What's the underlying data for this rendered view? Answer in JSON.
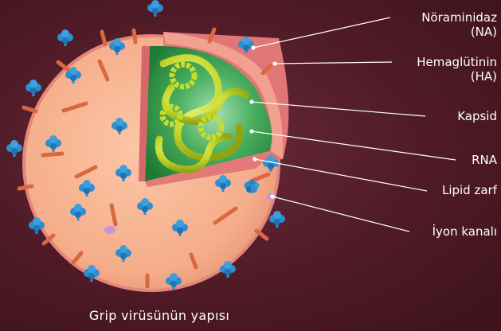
{
  "labels": {
    "na_line1": "Nöraminidaz",
    "na_line2": "(NA)",
    "ha_line1": "Hemaglütinin",
    "ha_line2": "(HA)",
    "capsid": "Kapsid",
    "rna": "RNA",
    "lipid": "Lipid zarf",
    "ion": "İyon kanalı"
  },
  "caption": "Grip virüsünün yapısı",
  "colors": {
    "background": "#4e1a26",
    "virus_body": "#f7b08f",
    "lipid_envelope": "#e07676",
    "capsid": "#2f9b46",
    "rna": "#c7dc2c",
    "ha_spike": "#d9673f",
    "na_spike": "#2d8ed1",
    "ion_channel": "#c497d9"
  }
}
